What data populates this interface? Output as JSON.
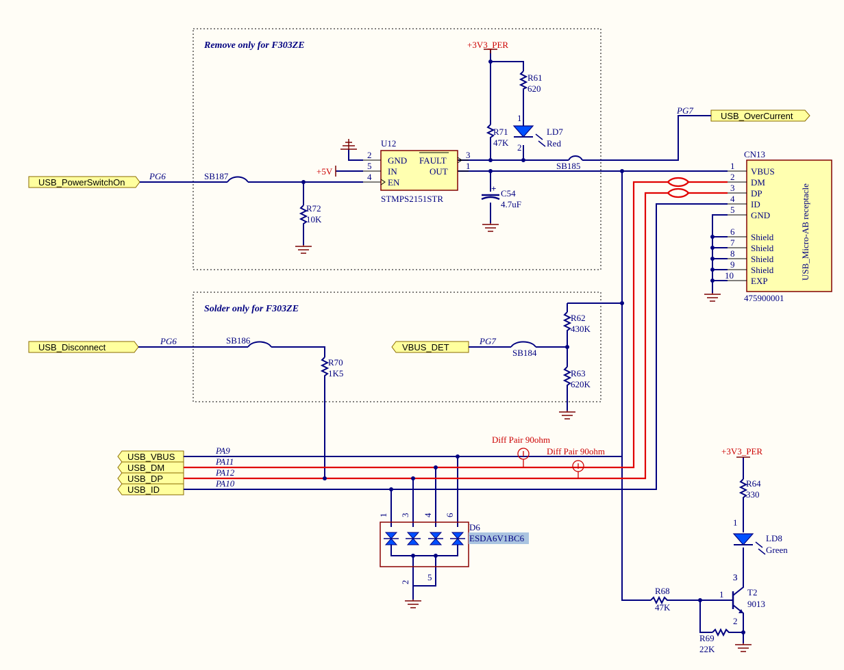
{
  "regions": {
    "top": "Remove only for F303ZE",
    "mid": "Solder only for F303ZE"
  },
  "ports": {
    "power_switch": "USB_PowerSwitchOn",
    "over_current": "USB_OverCurrent",
    "disconnect": "USB_Disconnect",
    "vbus_det": "VBUS_DET",
    "vbus": "USB_VBUS",
    "dm": "USB_DM",
    "dp": "USB_DP",
    "id": "USB_ID"
  },
  "nets": {
    "pg6a": "PG6",
    "pg6b": "PG6",
    "pg7a": "PG7",
    "pg7b": "PG7",
    "pa9": "PA9",
    "pa11": "PA11",
    "pa12": "PA12",
    "pa10": "PA10"
  },
  "power": {
    "v3_top": "+3V3_PER",
    "v5": "+5V",
    "v3_right": "+3V3_PER"
  },
  "jumpers": {
    "sb187": "SB187",
    "sb185": "SB185",
    "sb186": "SB186",
    "sb184": "SB184"
  },
  "u12": {
    "ref": "U12",
    "part": "STMPS2151STR",
    "pins": [
      "GND",
      "IN",
      "EN",
      "FAULT",
      "OUT"
    ],
    "numbers": [
      "2",
      "5",
      "4",
      "3",
      "1"
    ]
  },
  "res": {
    "r61": [
      "R61",
      "620"
    ],
    "r71": [
      "R71",
      "47K"
    ],
    "r72": [
      "R72",
      "10K"
    ],
    "r62": [
      "R62",
      "430K"
    ],
    "r63": [
      "R63",
      "620K"
    ],
    "r70": [
      "R70",
      "1K5"
    ],
    "r64": [
      "R64",
      "330"
    ],
    "r68": [
      "R68",
      "47K"
    ],
    "r69": [
      "R69",
      "22K"
    ]
  },
  "c54": [
    "C54",
    "4.7uF"
  ],
  "ld7": [
    "LD7",
    "Red"
  ],
  "ld8": [
    "LD8",
    "Green"
  ],
  "t2": [
    "T2",
    "9013"
  ],
  "d6": {
    "ref": "D6",
    "part": "ESDA6V1BC6",
    "pins": [
      "1",
      "3",
      "4",
      "6",
      "2",
      "5"
    ]
  },
  "cn13": {
    "ref": "CN13",
    "part": "475900001",
    "title": "USB_Micro-AB receptacle",
    "pins": [
      {
        "n": "1",
        "name": "VBUS"
      },
      {
        "n": "2",
        "name": "DM"
      },
      {
        "n": "3",
        "name": "DP"
      },
      {
        "n": "4",
        "name": "ID"
      },
      {
        "n": "5",
        "name": "GND"
      },
      {
        "n": "6",
        "name": "Shield"
      },
      {
        "n": "7",
        "name": "Shield"
      },
      {
        "n": "8",
        "name": "Shield"
      },
      {
        "n": "9",
        "name": "Shield"
      },
      {
        "n": "10",
        "name": "EXP"
      }
    ]
  },
  "diff": [
    "Diff Pair 90ohm",
    "Diff Pair 90ohm"
  ],
  "pinnums": {
    "led1": "1",
    "led2": "2",
    "t2_1": "1",
    "t2_2": "2",
    "t2_3": "3",
    "ld8_1": "1",
    "ld8_3": "3"
  },
  "colors": {
    "wire": "#000080",
    "diff": "#e00000",
    "port": "#ffff9e"
  }
}
